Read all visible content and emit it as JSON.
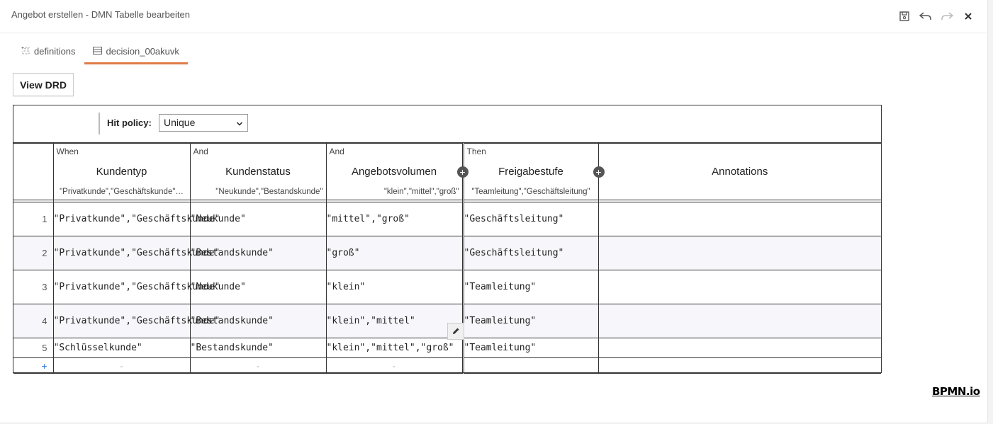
{
  "window": {
    "title": "Angebot erstellen - DMN Tabelle bearbeiten"
  },
  "tabs": [
    {
      "label": "definitions",
      "icon": "drd-icon",
      "active": false
    },
    {
      "label": "decision_00akuvk",
      "icon": "table-icon",
      "active": true
    }
  ],
  "toolbar": {
    "view_drd": "View DRD"
  },
  "hit_policy": {
    "label": "Hit policy:",
    "value": "Unique"
  },
  "columns": [
    {
      "clause": "When",
      "label": "Kundentyp",
      "values": "\"Privatkunde\",\"Geschäftskunde\"…"
    },
    {
      "clause": "And",
      "label": "Kundenstatus",
      "values": "\"Neukunde\",\"Bestandskunde\""
    },
    {
      "clause": "And",
      "label": "Angebotsvolumen",
      "values": "\"klein\",\"mittel\",\"groß\""
    },
    {
      "clause": "Then",
      "label": "Freigabestufe",
      "values": "\"Teamleitung\",\"Geschäftsleitung\""
    },
    {
      "clause": "",
      "label": "Annotations",
      "values": ""
    }
  ],
  "rows": [
    {
      "index": "1",
      "c1": "\"Privatkunde\",\"Geschäftskunde\"",
      "c2": "\"Neukunde\"",
      "c3": "\"mittel\",\"groß\"",
      "o1": "\"Geschäftsleitung\"",
      "ann": ""
    },
    {
      "index": "2",
      "c1": "\"Privatkunde\",\"Geschäftskunde\"",
      "c2": "\"Bestandskunde\"",
      "c3": "\"groß\"",
      "o1": "\"Geschäftsleitung\"",
      "ann": ""
    },
    {
      "index": "3",
      "c1": "\"Privatkunde\",\"Geschäftskunde\"",
      "c2": "\"Neukunde\"",
      "c3": "\"klein\"",
      "o1": "\"Teamleitung\"",
      "ann": ""
    },
    {
      "index": "4",
      "c1": "\"Privatkunde\",\"Geschäftskunde\"",
      "c2": "\"Bestandskunde\"",
      "c3": "\"klein\",\"mittel\"",
      "o1": "\"Teamleitung\"",
      "ann": ""
    },
    {
      "index": "5",
      "c1": "\"Schlüsselkunde\"",
      "c2": "\"Bestandskunde\"",
      "c3": "\"klein\",\"mittel\",\"groß\"",
      "o1": "\"Teamleitung\"",
      "ann": ""
    }
  ],
  "add_row": {
    "plus": "+",
    "placeholder": "-"
  },
  "branding": {
    "logo": "BPMN.io"
  }
}
